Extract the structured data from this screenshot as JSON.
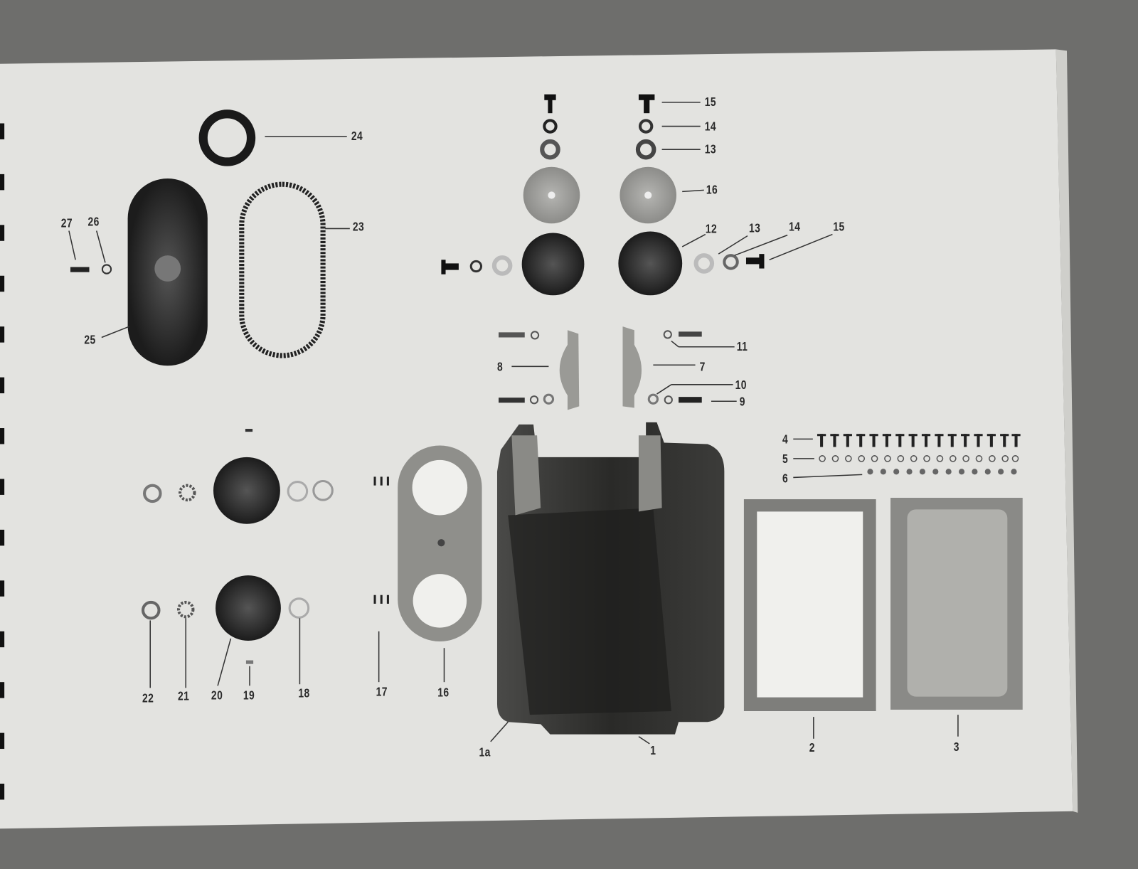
{
  "labels": {
    "l24": "24",
    "l23": "23",
    "l27": "27",
    "l26": "26",
    "l25": "25",
    "l15a": "15",
    "l14a": "14",
    "l13a": "13",
    "l16a": "16",
    "l12": "12",
    "l13b": "13",
    "l14b": "14",
    "l15b": "15",
    "l11": "11",
    "l8": "8",
    "l7": "7",
    "l10": "10",
    "l9": "9",
    "l4": "4",
    "l5": "5",
    "l6": "6",
    "l22": "22",
    "l21": "21",
    "l20": "20",
    "l19": "19",
    "l18": "18",
    "l17": "17",
    "l16b": "16",
    "l1a": "1a",
    "l1": "1",
    "l2": "2",
    "l3": "3"
  },
  "colors": {
    "page": "#e3e3e0",
    "background": "#6e6e6c",
    "ink": "#2a2a2a"
  }
}
